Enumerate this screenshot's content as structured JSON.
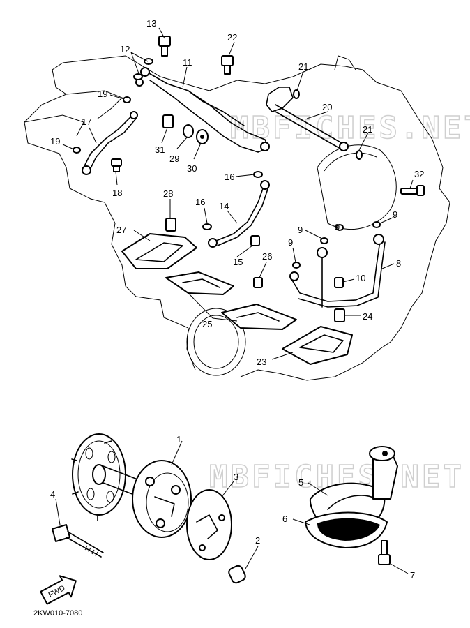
{
  "diagram": {
    "code": "2KW010-7080",
    "watermark": "MBFICHES.NET",
    "fwd_arrow": "FWD",
    "callouts": [
      "1",
      "2",
      "3",
      "4",
      "5",
      "6",
      "7",
      "8",
      "9",
      "9",
      "9",
      "9",
      "10",
      "11",
      "12",
      "13",
      "14",
      "15",
      "16",
      "16",
      "17",
      "18",
      "19",
      "19",
      "20",
      "21",
      "21",
      "22",
      "23",
      "24",
      "25",
      "26",
      "27",
      "28",
      "29",
      "30",
      "31",
      "32"
    ]
  }
}
